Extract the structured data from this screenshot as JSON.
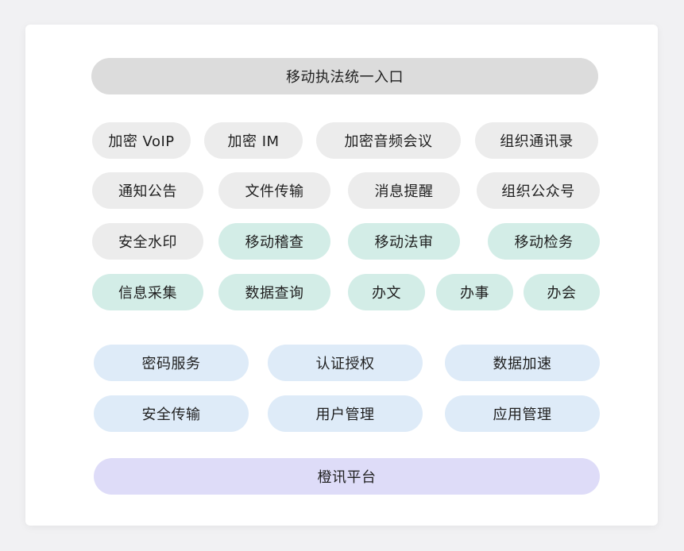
{
  "entry": {
    "label": "移动执法统一入口"
  },
  "row1": [
    {
      "label": "加密 VoIP"
    },
    {
      "label": "加密 IM"
    },
    {
      "label": "加密音频会议"
    },
    {
      "label": "组织通讯录"
    }
  ],
  "row2": [
    {
      "label": "通知公告"
    },
    {
      "label": "文件传输"
    },
    {
      "label": "消息提醒"
    },
    {
      "label": "组织公众号"
    }
  ],
  "row3": [
    {
      "label": "安全水印"
    },
    {
      "label": "移动稽查"
    },
    {
      "label": "移动法审"
    },
    {
      "label": "移动检务"
    }
  ],
  "row4": [
    {
      "label": "信息采集"
    },
    {
      "label": "数据查询"
    },
    {
      "label": "办文"
    },
    {
      "label": "办事"
    },
    {
      "label": "办会"
    }
  ],
  "services": {
    "row1": [
      {
        "label": "密码服务"
      },
      {
        "label": "认证授权"
      },
      {
        "label": "数据加速"
      }
    ],
    "row2": [
      {
        "label": "安全传输"
      },
      {
        "label": "用户管理"
      },
      {
        "label": "应用管理"
      }
    ]
  },
  "platform": {
    "label": "橙讯平台"
  },
  "colors": {
    "entry": "#dcdcdc",
    "basic": "#ececec",
    "business": "#d3ede7",
    "service": "#deebf8",
    "platform": "#dedcf8"
  }
}
